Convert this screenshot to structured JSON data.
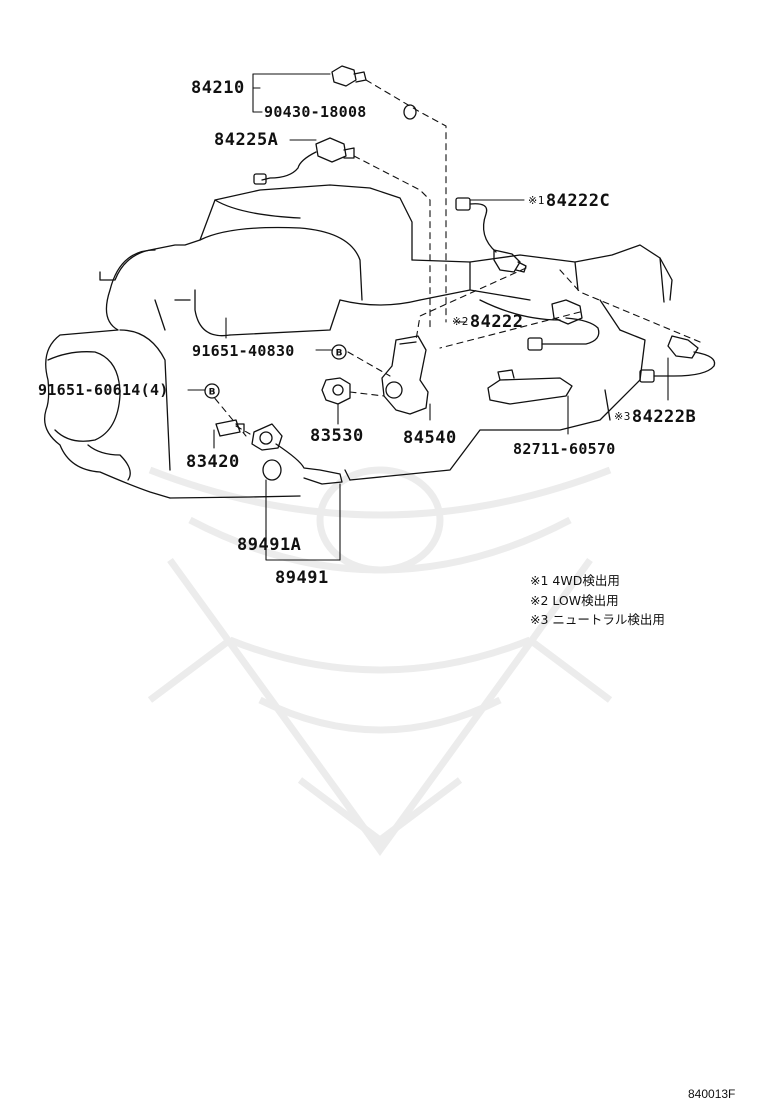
{
  "parts": {
    "p84210": "84210",
    "p90430": "90430-18008",
    "p84225A": "84225A",
    "p84222C_mark": "※1",
    "p84222C": "84222C",
    "p84222_mark": "※2",
    "p84222": "84222",
    "p91651_40830": "91651-40830",
    "p91651_60614": "91651-60614(4)",
    "p83530": "83530",
    "p84540": "84540",
    "p84222B_mark": "※3",
    "p84222B": "84222B",
    "p82711": "82711-60570",
    "p83420": "83420",
    "p89491A": "89491A",
    "p89491": "89491"
  },
  "bolt_symbol": "B",
  "notes": [
    "※1 4WD検出用",
    "※2 LOW検出用",
    "※3 ニュートラル検出用"
  ],
  "diagram_code": "840013F",
  "colors": {
    "line": "#111111",
    "watermark": "#ececec"
  }
}
